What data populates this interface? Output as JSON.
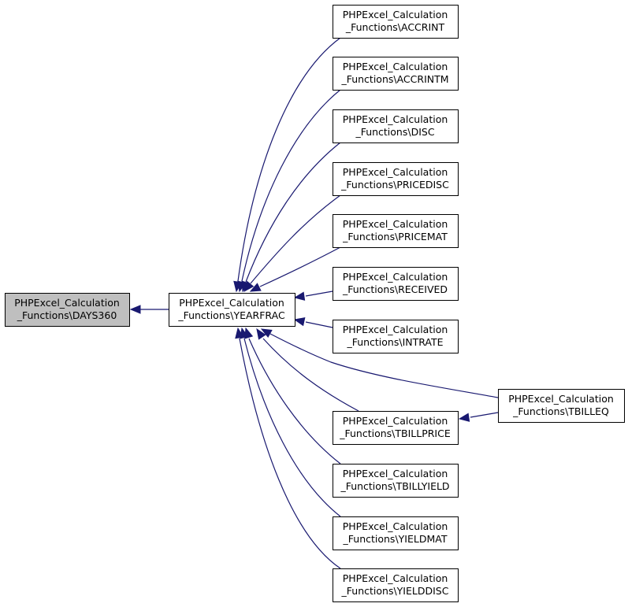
{
  "title": "",
  "nodes": [
    {
      "id": "days360",
      "line1": "PHPExcel_Calculation",
      "line2": "_Functions\\DAYS360",
      "root": true
    },
    {
      "id": "yearfrac",
      "line1": "PHPExcel_Calculation",
      "line2": "_Functions\\YEARFRAC"
    },
    {
      "id": "accrint",
      "line1": "PHPExcel_Calculation",
      "line2": "_Functions\\ACCRINT"
    },
    {
      "id": "accrintm",
      "line1": "PHPExcel_Calculation",
      "line2": "_Functions\\ACCRINTM"
    },
    {
      "id": "disc",
      "line1": "PHPExcel_Calculation",
      "line2": "_Functions\\DISC"
    },
    {
      "id": "pricedisc",
      "line1": "PHPExcel_Calculation",
      "line2": "_Functions\\PRICEDISC"
    },
    {
      "id": "pricemat",
      "line1": "PHPExcel_Calculation",
      "line2": "_Functions\\PRICEMAT"
    },
    {
      "id": "received",
      "line1": "PHPExcel_Calculation",
      "line2": "_Functions\\RECEIVED"
    },
    {
      "id": "intrate",
      "line1": "PHPExcel_Calculation",
      "line2": "_Functions\\INTRATE"
    },
    {
      "id": "tbillprice",
      "line1": "PHPExcel_Calculation",
      "line2": "_Functions\\TBILLPRICE"
    },
    {
      "id": "tbillyield",
      "line1": "PHPExcel_Calculation",
      "line2": "_Functions\\TBILLYIELD"
    },
    {
      "id": "yieldmat",
      "line1": "PHPExcel_Calculation",
      "line2": "_Functions\\YIELDMAT"
    },
    {
      "id": "yielddisc",
      "line1": "PHPExcel_Calculation",
      "line2": "_Functions\\YIELDDISC"
    },
    {
      "id": "tbilleq",
      "line1": "PHPExcel_Calculation",
      "line2": "_Functions\\TBILLEQ"
    }
  ],
  "edges": [
    {
      "from": "yearfrac",
      "to": "days360"
    },
    {
      "from": "accrint",
      "to": "yearfrac"
    },
    {
      "from": "accrintm",
      "to": "yearfrac"
    },
    {
      "from": "disc",
      "to": "yearfrac"
    },
    {
      "from": "pricedisc",
      "to": "yearfrac"
    },
    {
      "from": "pricemat",
      "to": "yearfrac"
    },
    {
      "from": "received",
      "to": "yearfrac"
    },
    {
      "from": "intrate",
      "to": "yearfrac"
    },
    {
      "from": "tbilleq",
      "to": "yearfrac"
    },
    {
      "from": "tbillprice",
      "to": "yearfrac"
    },
    {
      "from": "tbillyield",
      "to": "yearfrac"
    },
    {
      "from": "yieldmat",
      "to": "yearfrac"
    },
    {
      "from": "yielddisc",
      "to": "yearfrac"
    },
    {
      "from": "tbilleq",
      "to": "tbillprice"
    }
  ],
  "colors": {
    "edge": "#191970",
    "root_fill": "#bfbfbf",
    "node_fill": "#ffffff",
    "border": "#000000"
  }
}
